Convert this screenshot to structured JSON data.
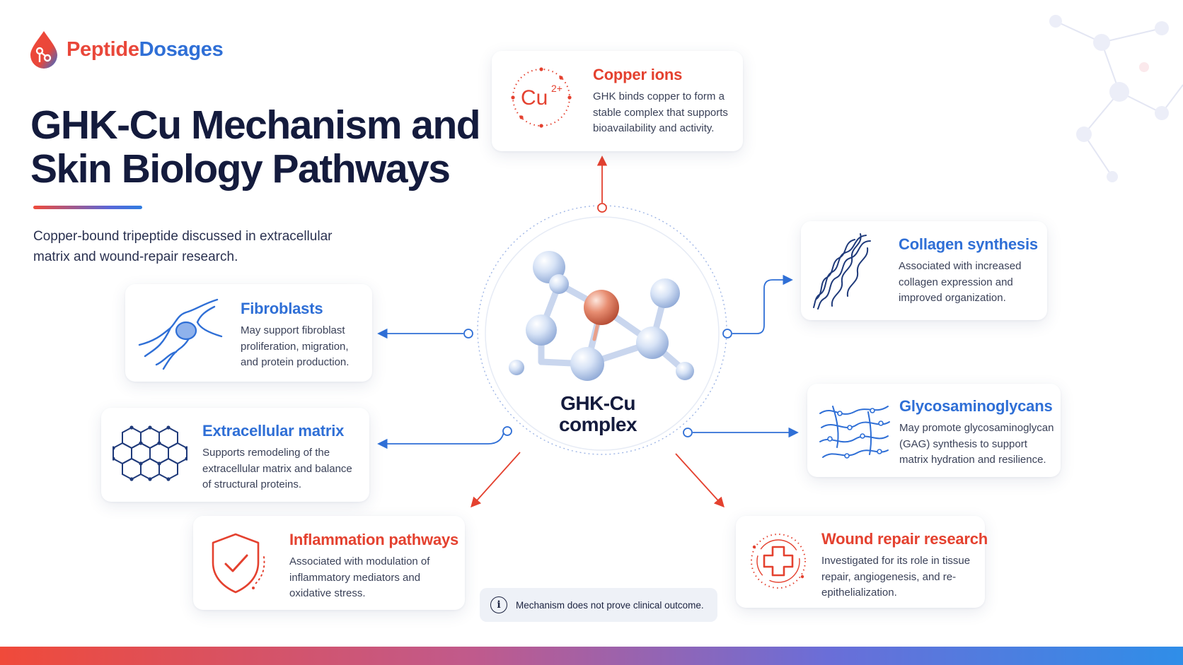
{
  "brand": {
    "part1": "Peptide",
    "part2": "Dosages",
    "red": "#e9473a",
    "blue": "#2f6fd6"
  },
  "title": {
    "line1": "GHK-Cu Mechanism and",
    "line2": "Skin Biology Pathways"
  },
  "subtitle": "Copper-bound tripeptide discussed in extracellular matrix and wound-repair research.",
  "center": {
    "line1": "GHK-Cu",
    "line2": "complex"
  },
  "cards": {
    "copper": {
      "title": "Copper ions",
      "text": "GHK binds copper to form a stable complex that supports bioavailability and activity.",
      "icon": "copper-ion-icon",
      "icon_label": "Cu",
      "icon_sup": "2+"
    },
    "fibroblasts": {
      "title": "Fibroblasts",
      "text": "May support fibroblast proliferation, migration, and protein production.",
      "icon": "fibroblast-cell-icon"
    },
    "ecm": {
      "title": "Extracellular matrix",
      "text": "Supports remodeling of the extracellular matrix and balance of structural proteins.",
      "icon": "hexagon-lattice-icon"
    },
    "inflammation": {
      "title": "Inflammation pathways",
      "text": "Associated with modulation of inflammatory mediators and oxidative stress.",
      "icon": "shield-check-icon"
    },
    "collagen": {
      "title": "Collagen synthesis",
      "text": "Associated with increased collagen expression and improved organization.",
      "icon": "collagen-helix-icon"
    },
    "gag": {
      "title": "Glycosaminoglycans",
      "text": "May promote glycosaminoglycan (GAG) synthesis to support matrix hydration and resilience.",
      "icon": "gag-strands-icon"
    },
    "wound": {
      "title": "Wound repair research",
      "text": "Investigated for its role in tissue repair, angiogenesis, and re-epithelialization.",
      "icon": "medical-cross-icon"
    }
  },
  "note": {
    "icon": "info-icon",
    "icon_glyph": "i",
    "text": "Mechanism does not prove clinical outcome."
  },
  "colors": {
    "red": "#e4412f",
    "blue": "#2f6fd6",
    "navy": "#141b3d"
  }
}
